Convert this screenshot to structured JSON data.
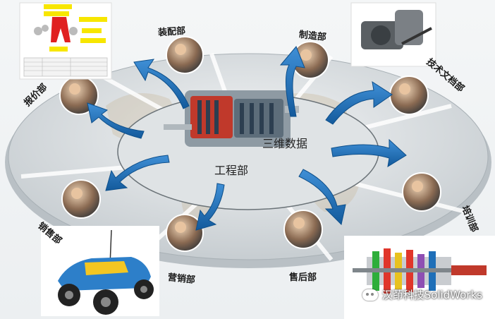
{
  "center": {
    "label_3d": "三维数据",
    "label_eng": "工程部"
  },
  "departments": [
    {
      "id": "assembly",
      "label": "装配部"
    },
    {
      "id": "manufacturing",
      "label": "制造部"
    },
    {
      "id": "techdoc",
      "label": "技术文档部"
    },
    {
      "id": "training",
      "label": "培训部"
    },
    {
      "id": "aftersales",
      "label": "售后部"
    },
    {
      "id": "marketing",
      "label": "营销部"
    },
    {
      "id": "sales",
      "label": "销售部"
    },
    {
      "id": "quote",
      "label": "报价部"
    }
  ],
  "watermark": {
    "text": "汉茚科技SolidWorks",
    "icon": "wechat-icon"
  },
  "colors": {
    "arrow": "#1f6fb8",
    "ring": "#c9cfd3",
    "inner_ellipse": "#dfe3e5"
  }
}
